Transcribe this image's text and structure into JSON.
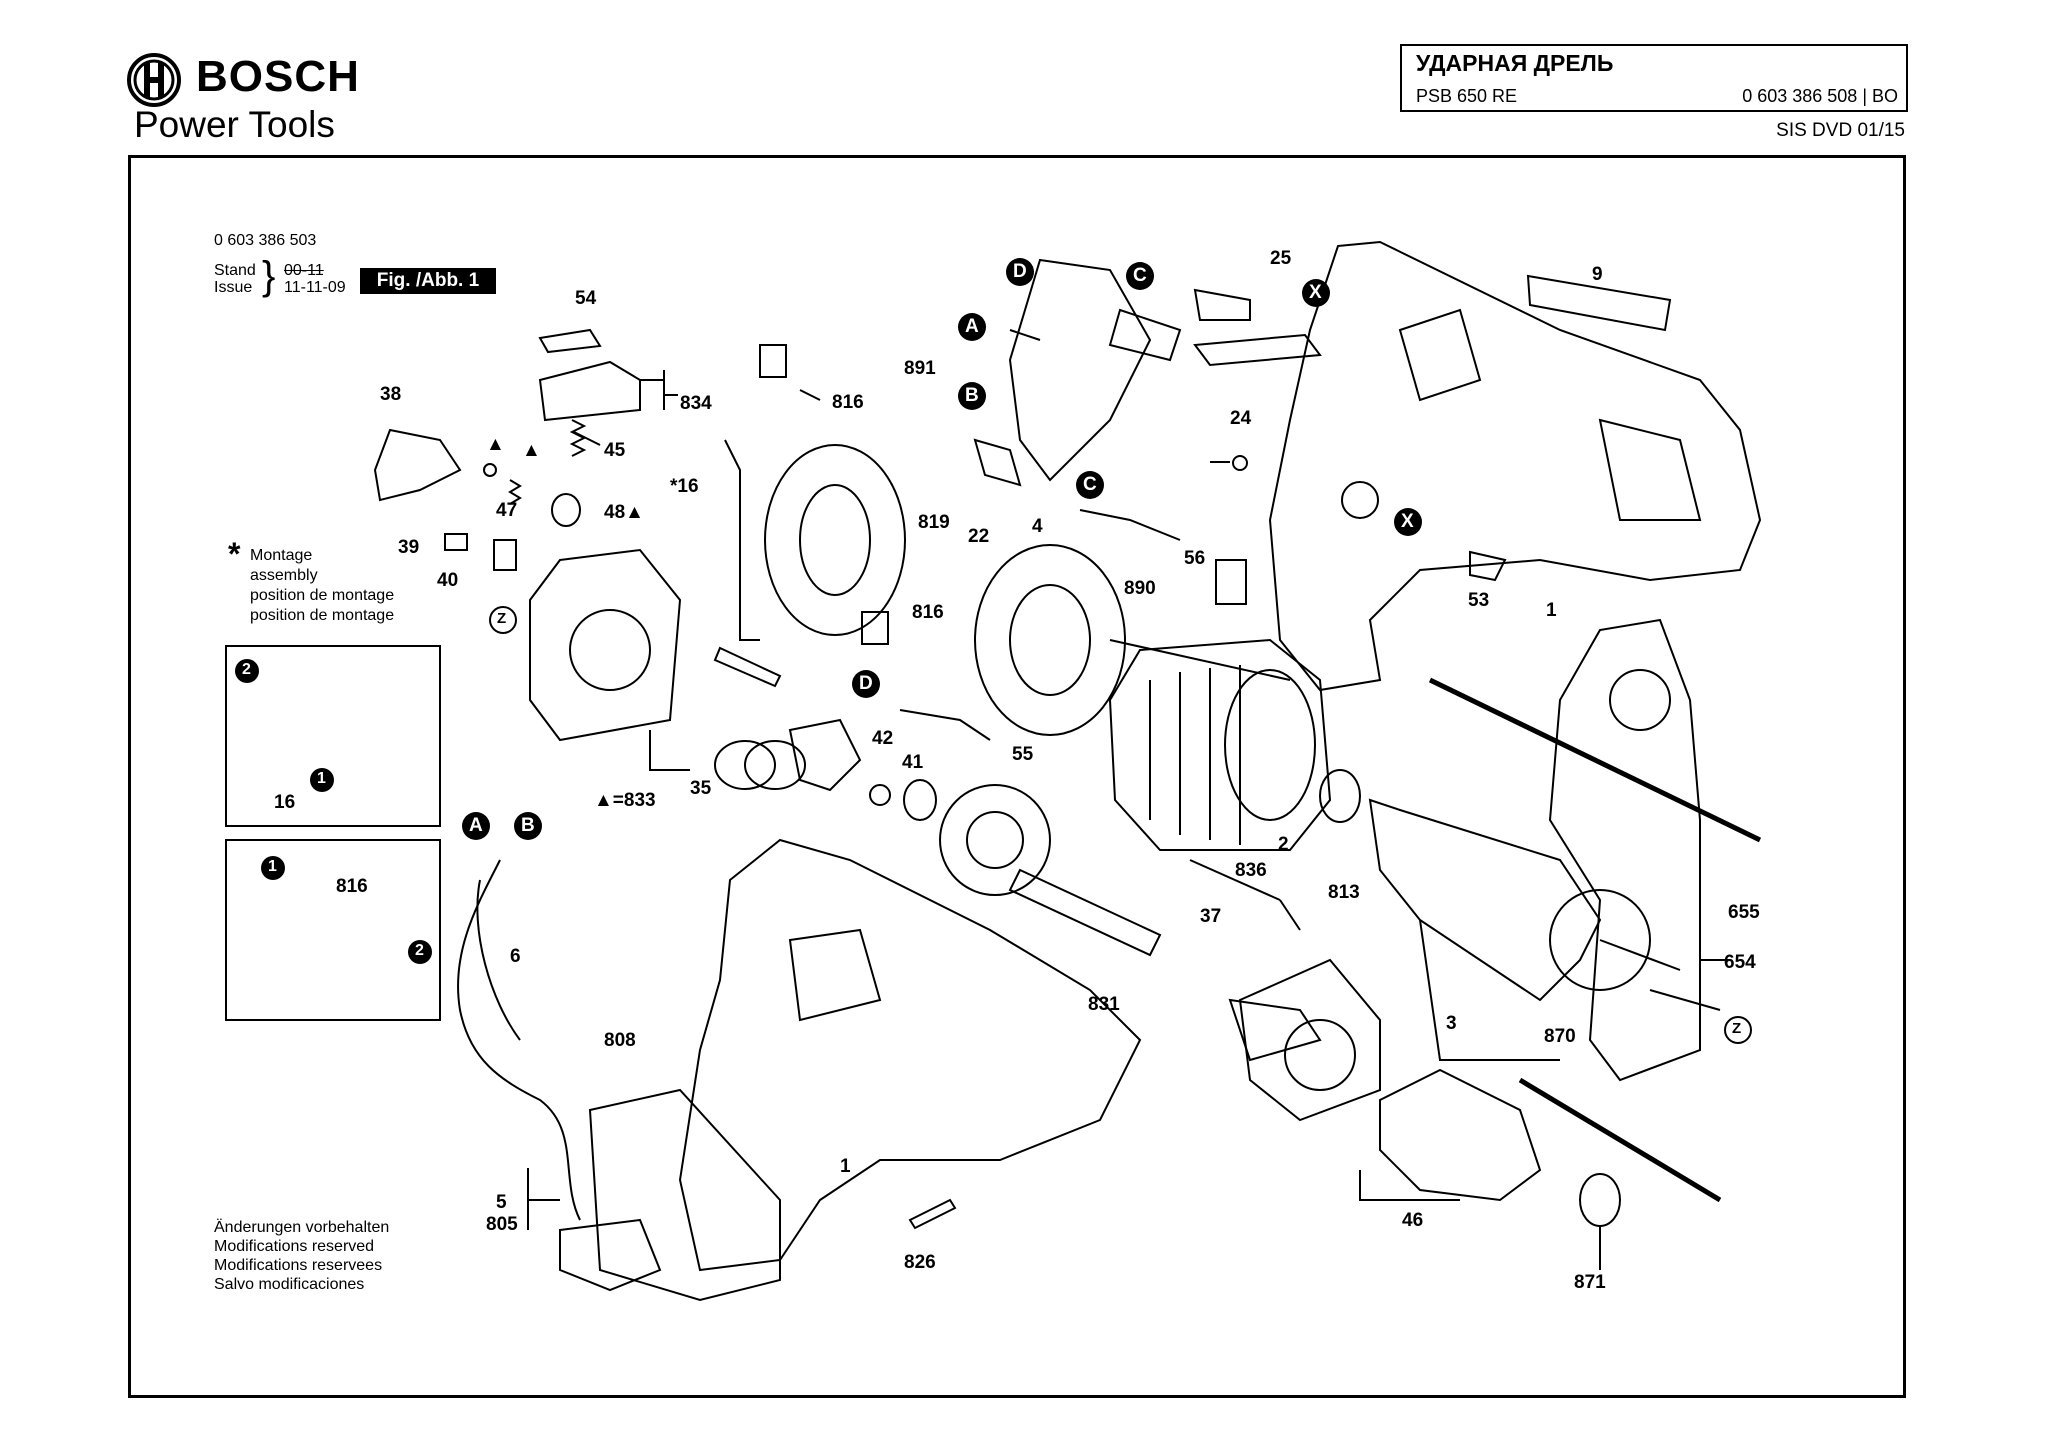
{
  "brand": {
    "name": "BOSCH",
    "subtitle": "Power Tools"
  },
  "title_block": {
    "title": "УДАРНАЯ ДРЕЛЬ",
    "model": "PSB 650 RE",
    "part_number": "0 603 386 508 | BO",
    "sis": "SIS DVD 01/15"
  },
  "figure": {
    "ref_number": "0 603 386 503",
    "stand_label": "Stand",
    "issue_label": "Issue",
    "stand_old_date": "00-11",
    "issue_date": "11-11-09",
    "fig_label": "Fig. /Abb. 1"
  },
  "legend": {
    "star": "*",
    "lines": [
      "Montage",
      "assembly",
      "position de montage",
      "position de montage"
    ]
  },
  "notes": {
    "lines": [
      "Änderungen vorbehalten",
      "Modifications reserved",
      "Modifications reservees",
      "Salvo modificaciones"
    ]
  },
  "callouts": {
    "c54": "54",
    "c834": "834",
    "c45": "45",
    "c38": "38",
    "c47": "47",
    "c48": "48▲",
    "c39": "39",
    "c40": "40",
    "c816a": "816",
    "c816b": "816",
    "c16": "*16",
    "c891": "891",
    "c819": "819",
    "c4": "4",
    "c22": "22",
    "c56": "56",
    "c890": "890",
    "c25": "25",
    "c24": "24",
    "c9": "9",
    "c53": "53",
    "c1a": "1",
    "c42": "42",
    "c41": "41",
    "c55": "55",
    "c35": "35",
    "c833": "▲=833",
    "c2": "2",
    "c813": "813",
    "c836": "836",
    "c37": "37",
    "c831": "831",
    "c3": "3",
    "c870": "870",
    "c655": "655",
    "c654": "654",
    "c6": "6",
    "c808": "808",
    "c1b": "1",
    "c826": "826",
    "c5": "5",
    "c805": "805",
    "c46": "46",
    "c871": "871",
    "c16b": "16",
    "c816c": "816",
    "tri1": "▲",
    "tri2": "▲"
  },
  "letter_markers": {
    "A": "A",
    "B": "B",
    "C": "C",
    "D": "D",
    "X": "X",
    "Z": "Z"
  },
  "step_markers": {
    "one": "1",
    "two": "2"
  }
}
